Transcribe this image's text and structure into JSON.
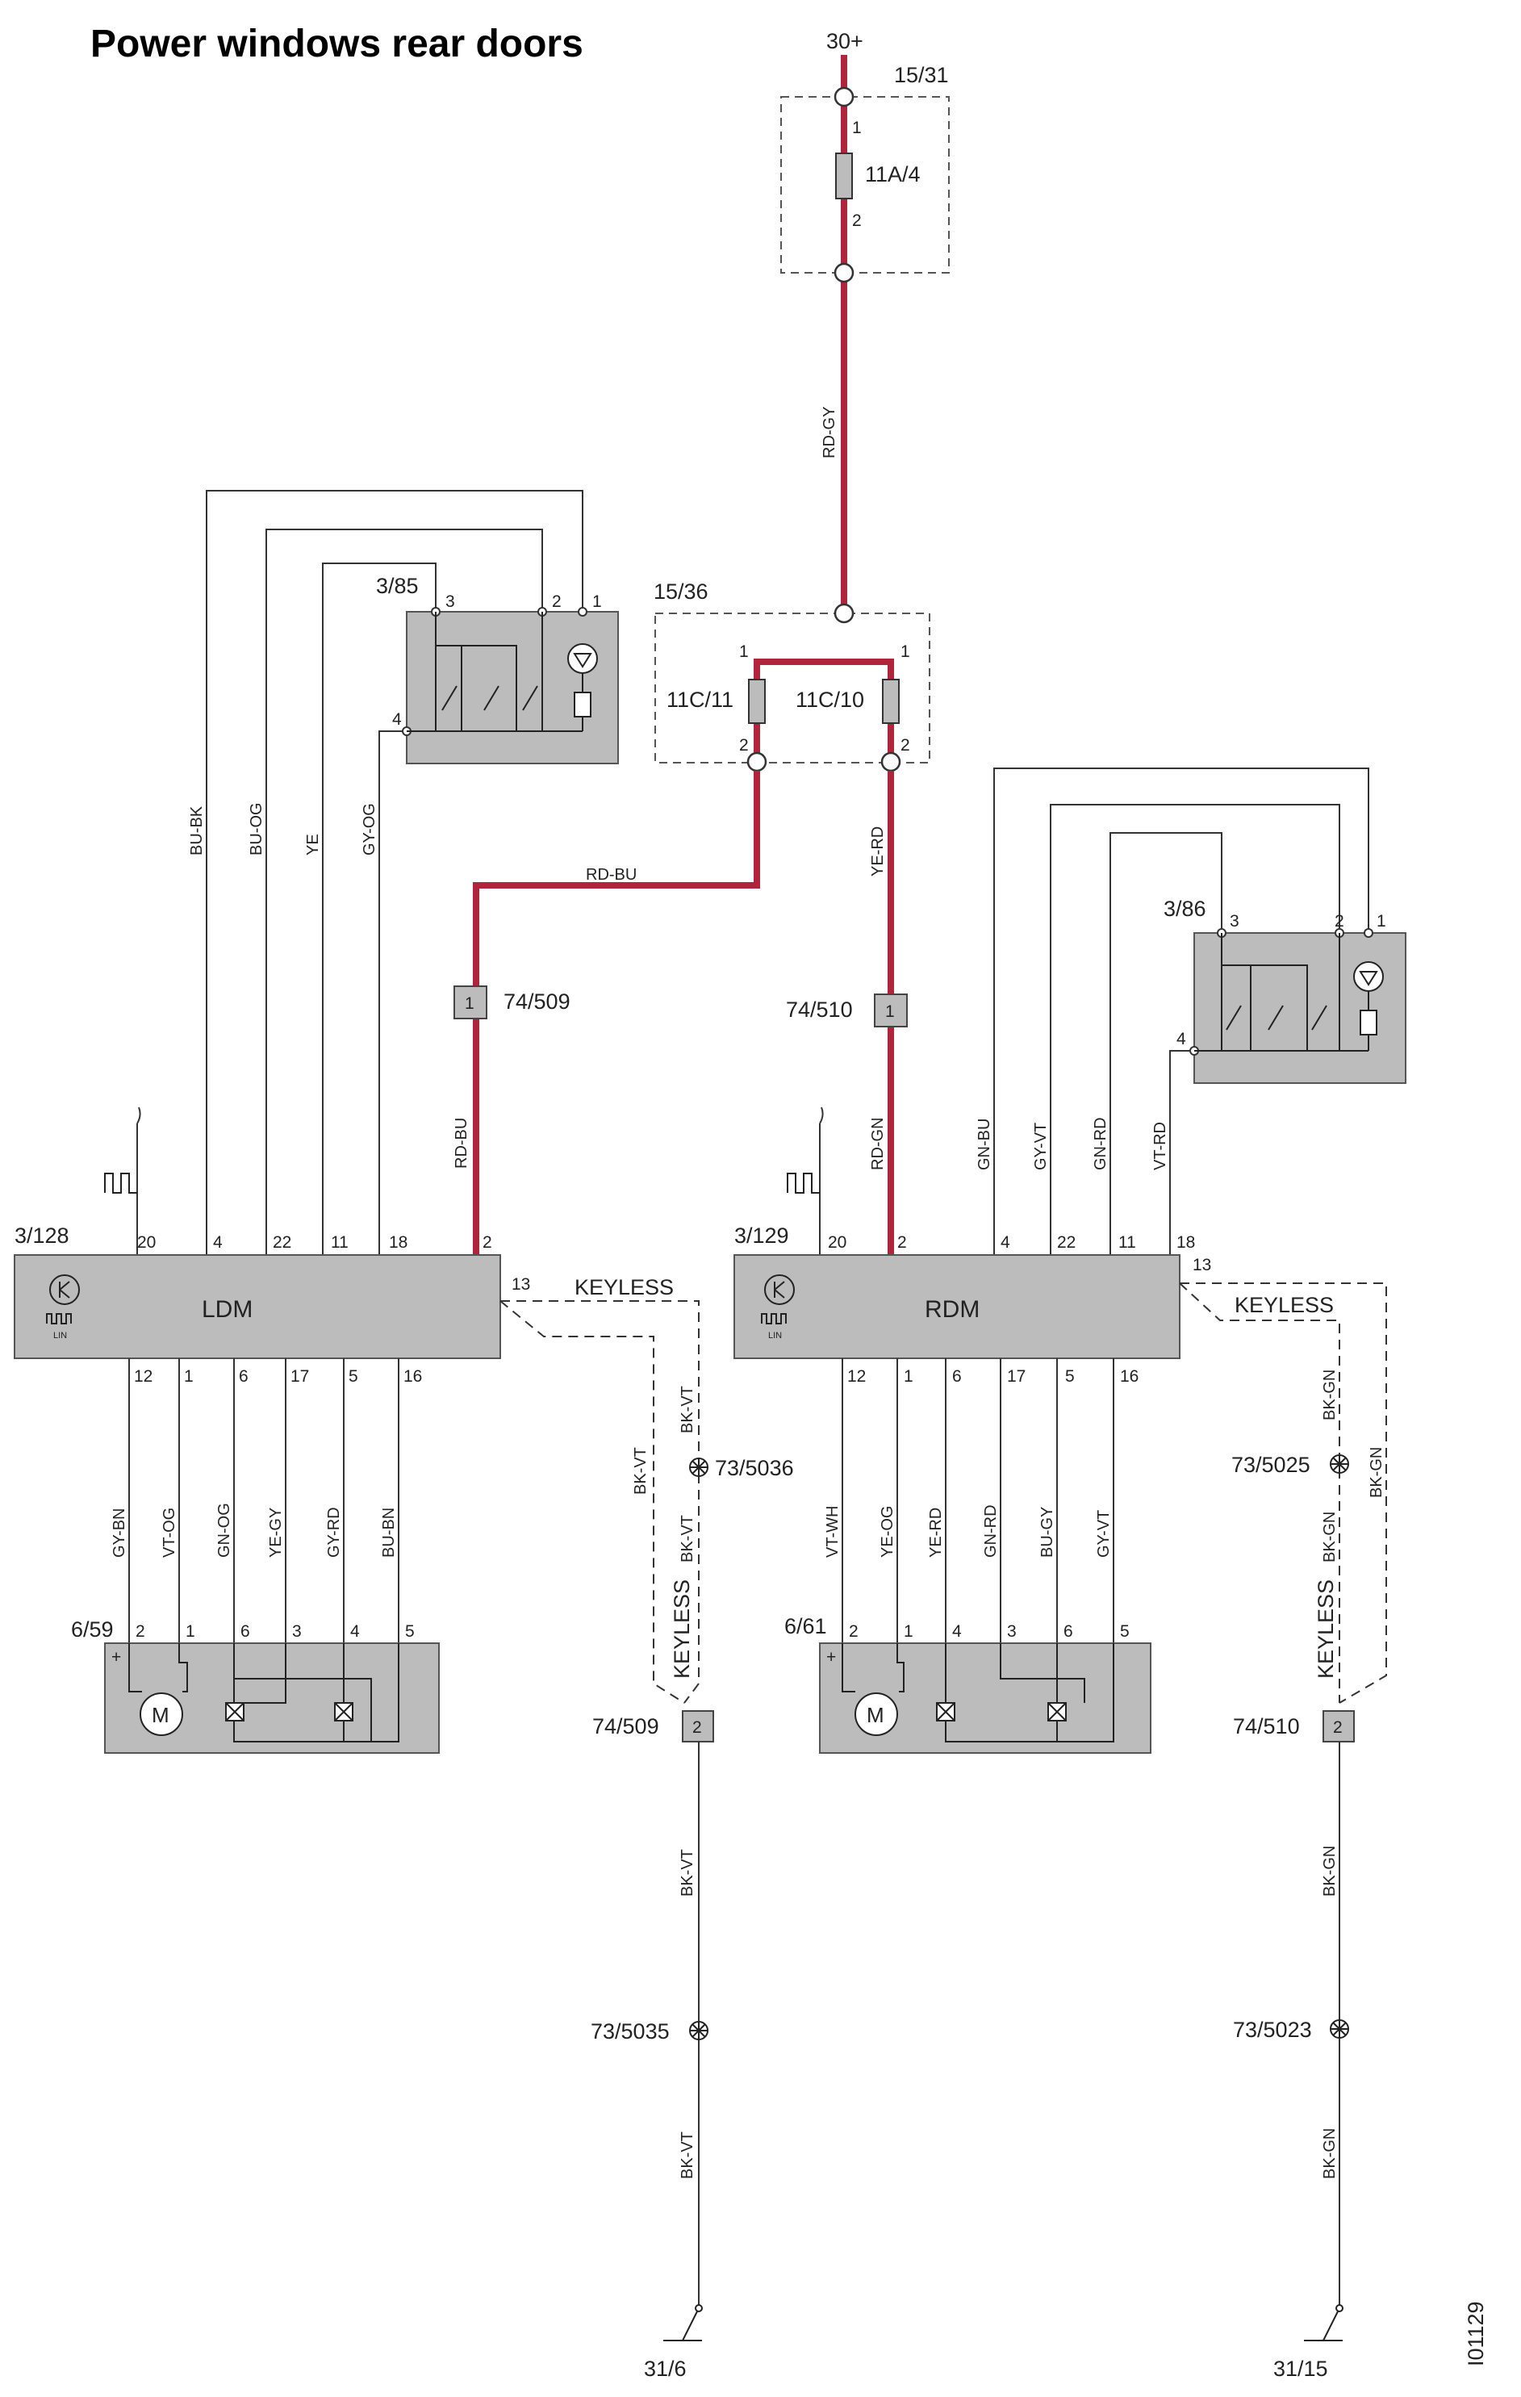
{
  "title": "Power windows rear doors",
  "doc_id": "I01129",
  "supply": {
    "label": "30+",
    "fuse_box_a": "15/31",
    "fuse_a": "11A/4",
    "fuse_box_b": "15/36",
    "fuse_l": "11C/11",
    "fuse_r": "11C/10",
    "fuse_pin1": "1",
    "fuse_pin2": "2"
  },
  "wires": {
    "rd_gy": "RD-GY",
    "rd_bu": "RD-BU",
    "ye_rd": "YE-RD",
    "rd_gn": "RD-GN",
    "left_switch": [
      "BU-BK",
      "BU-OG",
      "YE",
      "GY-OG"
    ],
    "right_switch": [
      "GN-BU",
      "GY-VT",
      "GN-RD",
      "VT-RD"
    ],
    "left_motor": [
      "GY-BN",
      "VT-OG",
      "GN-OG",
      "YE-GY",
      "GY-RD",
      "BU-BN"
    ],
    "right_motor": [
      "VT-WH",
      "YE-OG",
      "YE-RD",
      "GN-RD",
      "BU-GY",
      "GY-VT"
    ],
    "bk_vt": "BK-VT",
    "bk_gn": "BK-GN",
    "keyless": "KEYLESS"
  },
  "switches": {
    "left": "3/85",
    "right": "3/86",
    "pins": [
      "3",
      "2",
      "1",
      "4"
    ]
  },
  "modules": {
    "ldm": {
      "id": "3/128",
      "name": "LDM"
    },
    "rdm": {
      "id": "3/129",
      "name": "RDM"
    },
    "top_pins": [
      "20",
      "4",
      "22",
      "11",
      "18",
      "2"
    ],
    "bottom_pins": [
      "12",
      "1",
      "6",
      "17",
      "5",
      "16"
    ],
    "keyless_pin": "13",
    "lin": "LIN"
  },
  "motors": {
    "left": "6/59",
    "right": "6/61",
    "pins": [
      "2",
      "1",
      "6",
      "3",
      "4",
      "5"
    ],
    "right_pins": [
      "2",
      "1",
      "4",
      "3",
      "6",
      "5"
    ],
    "m": "M",
    "plus": "+"
  },
  "connectors": {
    "c509": "74/509",
    "c510": "74/510",
    "pin1": "1",
    "pin2": "2"
  },
  "splices": {
    "s5036": "73/5036",
    "s5025": "73/5025",
    "s5035": "73/5035",
    "s5023": "73/5023"
  },
  "grounds": {
    "g_left": "31/6",
    "g_right": "31/15"
  }
}
